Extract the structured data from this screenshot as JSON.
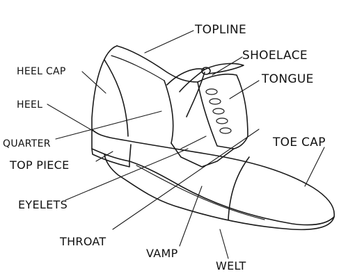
{
  "labels": {
    "topline": "TOPLINE",
    "shoelace": "SHOELACE",
    "tongue": "TONGUE",
    "heel_cap": "HEEL CAP",
    "heel": "HEEL",
    "quarter": "QUARTER",
    "top_piece": "TOP PIECE",
    "toe_cap": "TOE CAP",
    "eyelets": "EYELETS",
    "throat": "THROAT",
    "vamp": "VAMP",
    "welt": "WELT"
  },
  "colors": {
    "line": "#1a1a1a",
    "background": "#ffffff"
  }
}
